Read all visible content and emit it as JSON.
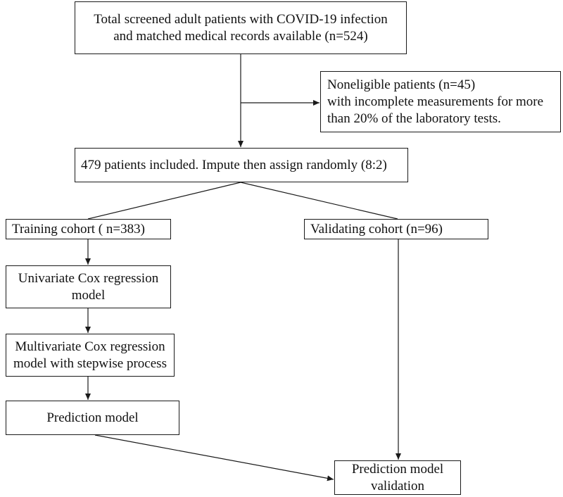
{
  "nodes": {
    "screened": {
      "lines": [
        "Total screened adult patients with COVID-19 infection",
        "and matched medical records available (n=524)"
      ]
    },
    "noneligible": {
      "lines": [
        "Noneligible patients (n=45)",
        "with incomplete measurements for more",
        "than 20% of the laboratory tests."
      ]
    },
    "included": {
      "lines": [
        "479 patients included. Impute then assign randomly (8:2)"
      ]
    },
    "training": {
      "lines": [
        "Training  cohort ( n=383)"
      ]
    },
    "validating": {
      "lines": [
        "Validating cohort (n=96)"
      ]
    },
    "univariate": {
      "lines": [
        "Univariate Cox regression",
        "model"
      ]
    },
    "multivariate": {
      "lines": [
        "Multivariate Cox regression",
        "model with stepwise process"
      ]
    },
    "prediction": {
      "lines": [
        "Prediction model"
      ]
    },
    "validation": {
      "lines": [
        "Prediction model",
        "validation"
      ]
    }
  },
  "colors": {
    "stroke": "#1a1a1a",
    "background": "#ffffff",
    "text": "#111111"
  }
}
